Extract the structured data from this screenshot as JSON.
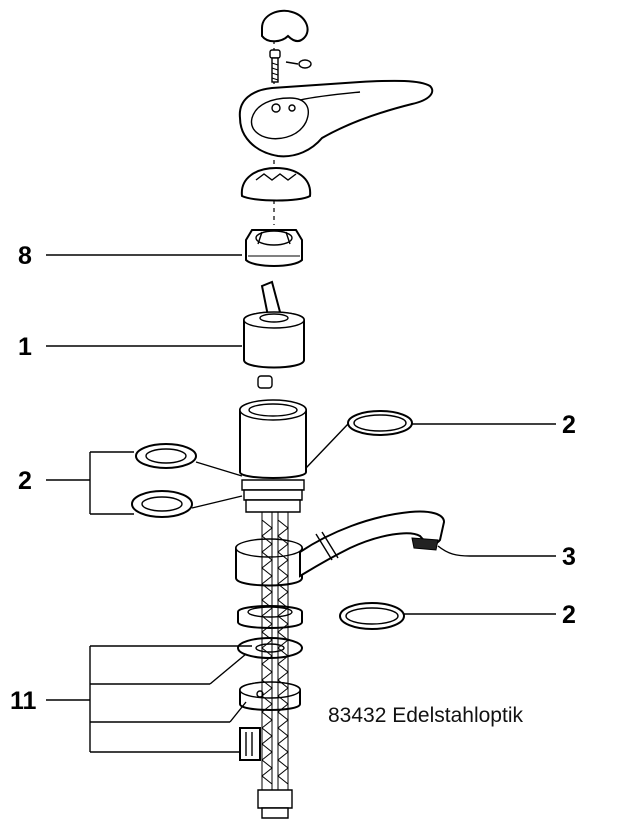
{
  "diagram": {
    "callouts": {
      "label_8": "8",
      "label_1": "1",
      "label_2_left": "2",
      "label_2_right_top": "2",
      "label_3": "3",
      "label_2_right_bottom": "2",
      "label_11": "11"
    },
    "caption": "83432 Edelstahloptik",
    "colors": {
      "line": "#000000",
      "background": "#ffffff",
      "shading": "#e6e6e6"
    }
  }
}
